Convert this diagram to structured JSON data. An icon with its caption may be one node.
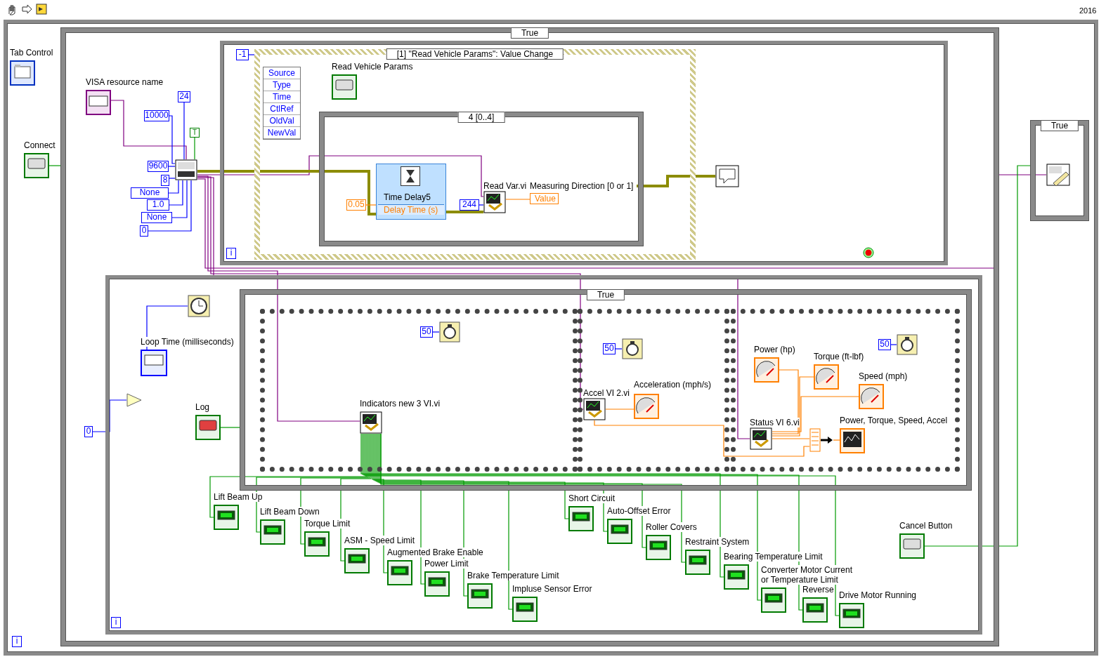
{
  "diagram": {
    "nodes": [
      {
        "text": [],
        "shape": "box"
      },
      {
        "text": [
          "True"
        ],
        "in": 0
      },
      {
        "text": [],
        "shape": "picture",
        "beside": [
          "Tab Control"
        ],
        "in": 0
      },
      {
        "text": [],
        "shape": "picture",
        "beside": [
          "Connect"
        ],
        "in": 0
      },
      {
        "text": [],
        "shape": "picture",
        "beside": [
          "VISA resource name"
        ],
        "in": 1
      },
      {
        "text": [
          "10000"
        ],
        "in": 1
      },
      {
        "text": [
          "24"
        ],
        "in": 1
      },
      {
        "text": [
          "9600"
        ],
        "in": 1
      },
      {
        "text": [
          "8"
        ],
        "in": 1
      },
      {
        "text": [
          "None"
        ],
        "in": 1
      },
      {
        "text": [
          "1.0"
        ],
        "in": 1
      },
      {
        "text": [
          "None"
        ],
        "in": 1
      },
      {
        "text": [
          "0"
        ],
        "in": 1
      },
      {
        "text": [
          "T"
        ],
        "in": 1
      },
      {
        "text": [],
        "shape": "picture",
        "in": 1
      },
      {
        "text": [],
        "shape": "box",
        "in": 1
      },
      {
        "text": [
          "-1"
        ],
        "in": 15
      },
      {
        "text": [
          "[1] \"Read Vehicle Params\": Value Change"
        ],
        "in": 15
      },
      {
        "text": [
          "Source",
          "Type",
          "Time",
          "CtlRef",
          "OldVal",
          "NewVal"
        ],
        "in": 17
      },
      {
        "text": [],
        "shape": "picture",
        "beside": [
          "Read Vehicle Params"
        ],
        "in": 17
      },
      {
        "text": [
          "4 [0..4]"
        ],
        "in": 17
      },
      {
        "text": [
          "Time Delay5",
          "Delay Time (s)"
        ],
        "in": 20
      },
      {
        "text": [
          "0.05"
        ],
        "in": 20
      },
      {
        "text": [
          "244"
        ],
        "in": 20
      },
      {
        "text": [],
        "shape": "picture",
        "beside": [
          "Read Var.vi"
        ],
        "in": 20
      },
      {
        "text": [
          "Measuring Direction [0 or 1]",
          "Value"
        ],
        "in": 20
      },
      {
        "text": [],
        "shape": "picture",
        "in": 15
      },
      {
        "text": [],
        "shape": "circle",
        "in": 15
      },
      {
        "text": [
          "True"
        ],
        "in": 0
      },
      {
        "text": [],
        "shape": "picture",
        "in": 28
      },
      {
        "text": [],
        "shape": "box",
        "in": 1
      },
      {
        "text": [],
        "shape": "picture",
        "in": 30
      },
      {
        "text": [],
        "shape": "picture",
        "beside": [
          "Loop Time (milliseconds)"
        ],
        "in": 30
      },
      {
        "text": [
          "0"
        ],
        "in": 1
      },
      {
        "text": [],
        "shape": "picture",
        "in": 30
      },
      {
        "text": [],
        "shape": "picture",
        "beside": [
          "Log"
        ],
        "in": 30
      },
      {
        "text": [
          "True"
        ],
        "in": 30
      },
      {
        "text": [],
        "shape": "box",
        "in": 36
      },
      {
        "text": [],
        "shape": "box",
        "in": 36
      },
      {
        "text": [],
        "shape": "box",
        "in": 36
      },
      {
        "text": [
          "50"
        ],
        "in": 37
      },
      {
        "text": [],
        "shape": "picture",
        "in": 37
      },
      {
        "text": [],
        "shape": "picture",
        "beside": [
          "Indicators new 3 VI.vi"
        ],
        "in": 37
      },
      {
        "text": [
          "50"
        ],
        "in": 38
      },
      {
        "text": [],
        "shape": "picture",
        "in": 38
      },
      {
        "text": [],
        "shape": "picture",
        "beside": [
          "Accel VI 2.vi"
        ],
        "in": 38
      },
      {
        "text": [],
        "shape": "picture",
        "beside": [
          "Acceleration (mph/s)"
        ],
        "in": 38
      },
      {
        "text": [],
        "shape": "picture",
        "beside": [
          "Power (hp)"
        ],
        "in": 39
      },
      {
        "text": [],
        "shape": "picture",
        "beside": [
          "Torque (ft-lbf)"
        ],
        "in": 39
      },
      {
        "text": [],
        "shape": "picture",
        "beside": [
          "Speed (mph)"
        ],
        "in": 39
      },
      {
        "text": [
          "50"
        ],
        "in": 39
      },
      {
        "text": [],
        "shape": "picture",
        "in": 39
      },
      {
        "text": [],
        "shape": "picture",
        "beside": [
          "Status VI 6.vi"
        ],
        "in": 39
      },
      {
        "text": [],
        "shape": "picture",
        "in": 39
      },
      {
        "text": [],
        "shape": "picture",
        "beside": [
          "Power, Torque, Speed, Accel"
        ],
        "in": 39
      },
      {
        "text": [],
        "shape": "picture",
        "beside": [
          "Lift Beam Up"
        ],
        "in": 30
      },
      {
        "text": [],
        "shape": "picture",
        "beside": [
          "Lift Beam Down"
        ],
        "in": 30
      },
      {
        "text": [],
        "shape": "picture",
        "beside": [
          "Torque Limit"
        ],
        "in": 30
      },
      {
        "text": [],
        "shape": "picture",
        "beside": [
          "ASM - Speed Limit"
        ],
        "in": 30
      },
      {
        "text": [],
        "shape": "picture",
        "beside": [
          "Augmented Brake Enable"
        ],
        "in": 30
      },
      {
        "text": [],
        "shape": "picture",
        "beside": [
          "Power Limit"
        ],
        "in": 30
      },
      {
        "text": [],
        "shape": "picture",
        "beside": [
          "Brake Temperature Limit"
        ],
        "in": 30
      },
      {
        "text": [],
        "shape": "picture",
        "beside": [
          "Impluse Sensor Error"
        ],
        "in": 30
      },
      {
        "text": [],
        "shape": "picture",
        "beside": [
          "Short Circuit"
        ],
        "in": 30
      },
      {
        "text": [],
        "shape": "picture",
        "beside": [
          "Auto-Offset Error"
        ],
        "in": 30
      },
      {
        "text": [],
        "shape": "picture",
        "beside": [
          "Roller Covers"
        ],
        "in": 30
      },
      {
        "text": [],
        "shape": "picture",
        "beside": [
          "Restraint System"
        ],
        "in": 30
      },
      {
        "text": [],
        "shape": "picture",
        "beside": [
          "Bearing Temperature Limit"
        ],
        "in": 30
      },
      {
        "text": [],
        "shape": "picture",
        "beside": [
          "Converter Motor Current or Temperature Limit"
        ],
        "in": 30
      },
      {
        "text": [],
        "shape": "picture",
        "beside": [
          "Reverse"
        ],
        "in": 30
      },
      {
        "text": [],
        "shape": "picture",
        "beside": [
          "Drive Motor Running"
        ],
        "in": 30
      },
      {
        "text": [],
        "shape": "picture",
        "beside": [
          "Cancel Button"
        ],
        "in": 30
      }
    ],
    "edges": [
      {
        "from": 4,
        "to": 14,
        "arrow": "none",
        "color": "#800080"
      },
      {
        "from": 5,
        "to": 14,
        "arrow": "none",
        "color": "#0000ff"
      },
      {
        "from": 6,
        "to": 14,
        "arrow": "none",
        "color": "#0000ff"
      },
      {
        "from": 7,
        "to": 14,
        "arrow": "none",
        "color": "#0000ff"
      },
      {
        "from": 8,
        "to": 14,
        "arrow": "none",
        "color": "#0000ff"
      },
      {
        "from": 9,
        "to": 14,
        "arrow": "none",
        "color": "#0000ff"
      },
      {
        "from": 10,
        "to": 14,
        "arrow": "none",
        "color": "#0000ff"
      },
      {
        "from": 11,
        "to": 14,
        "arrow": "none",
        "color": "#0000ff"
      },
      {
        "from": 12,
        "to": 14,
        "arrow": "none",
        "color": "#0000ff"
      },
      {
        "from": 13,
        "to": 14,
        "arrow": "none"
      },
      {
        "from": 3,
        "to": 1,
        "arrow": "none"
      },
      {
        "from": 14,
        "to": 24,
        "arrow": "none",
        "color": "#800080"
      },
      {
        "from": 14,
        "to": 42,
        "arrow": "none",
        "color": "#800080"
      },
      {
        "from": 14,
        "to": 45,
        "arrow": "none",
        "color": "#800080"
      },
      {
        "from": 14,
        "to": 52,
        "arrow": "none",
        "color": "#800080"
      },
      {
        "from": 14,
        "to": 29,
        "arrow": "none",
        "color": "#800080"
      },
      {
        "from": 14,
        "to": 21,
        "arrow": "none",
        "style": "thick",
        "color": "#8c8c00"
      },
      {
        "from": 21,
        "to": 24,
        "arrow": "none",
        "style": "thick",
        "color": "#8c8c00"
      },
      {
        "from": 25,
        "to": 26,
        "arrow": "none",
        "style": "thick",
        "color": "#8c8c00"
      },
      {
        "from": 16,
        "to": 17,
        "arrow": "none",
        "color": "#0000ff"
      },
      {
        "from": 22,
        "to": 21,
        "arrow": "none",
        "color": "#ff8000"
      },
      {
        "from": 23,
        "to": 24,
        "arrow": "none",
        "color": "#0000ff"
      },
      {
        "from": 24,
        "to": 25,
        "arrow": "none",
        "color": "#ff8000"
      },
      {
        "from": 33,
        "to": 34,
        "arrow": "none",
        "color": "#0000ff"
      },
      {
        "from": 31,
        "to": 32,
        "arrow": "none",
        "color": "#0000ff"
      },
      {
        "from": 35,
        "to": 36,
        "arrow": "none"
      },
      {
        "from": 40,
        "to": 41,
        "arrow": "none",
        "color": "#0000ff"
      },
      {
        "from": 43,
        "to": 44,
        "arrow": "none",
        "color": "#0000ff"
      },
      {
        "from": 50,
        "to": 51,
        "arrow": "none",
        "color": "#0000ff"
      },
      {
        "from": 45,
        "to": 46,
        "arrow": "none",
        "color": "#ff8000"
      },
      {
        "from": 52,
        "to": 47,
        "arrow": "none",
        "color": "#ff8000"
      },
      {
        "from": 52,
        "to": 48,
        "arrow": "none",
        "color": "#ff8000"
      },
      {
        "from": 52,
        "to": 49,
        "arrow": "none",
        "color": "#ff8000"
      },
      {
        "from": 52,
        "to": 53,
        "arrow": "none",
        "color": "#ff8000"
      },
      {
        "from": 45,
        "to": 53,
        "arrow": "none",
        "color": "#ff8000"
      },
      {
        "from": 53,
        "to": 54,
        "arrow": "none",
        "color": "#ff8000"
      },
      {
        "from": 42,
        "to": 55,
        "arrow": "none"
      },
      {
        "from": 42,
        "to": 56,
        "arrow": "none"
      },
      {
        "from": 42,
        "to": 57,
        "arrow": "none"
      },
      {
        "from": 42,
        "to": 58,
        "arrow": "none"
      },
      {
        "from": 42,
        "to": 59,
        "arrow": "none"
      },
      {
        "from": 42,
        "to": 60,
        "arrow": "none"
      },
      {
        "from": 42,
        "to": 61,
        "arrow": "none"
      },
      {
        "from": 42,
        "to": 62,
        "arrow": "none"
      },
      {
        "from": 42,
        "to": 63,
        "arrow": "none"
      },
      {
        "from": 42,
        "to": 64,
        "arrow": "none"
      },
      {
        "from": 42,
        "to": 65,
        "arrow": "none"
      },
      {
        "from": 42,
        "to": 66,
        "arrow": "none"
      },
      {
        "from": 42,
        "to": 67,
        "arrow": "none"
      },
      {
        "from": 42,
        "to": 68,
        "arrow": "none"
      },
      {
        "from": 42,
        "to": 69,
        "arrow": "none"
      },
      {
        "from": 42,
        "to": 70,
        "arrow": "none"
      },
      {
        "from": 71,
        "to": 28,
        "arrow": "none"
      }
    ],
    "labels": [
      "2016",
      "i",
      "i",
      "i"
    ]
  }
}
